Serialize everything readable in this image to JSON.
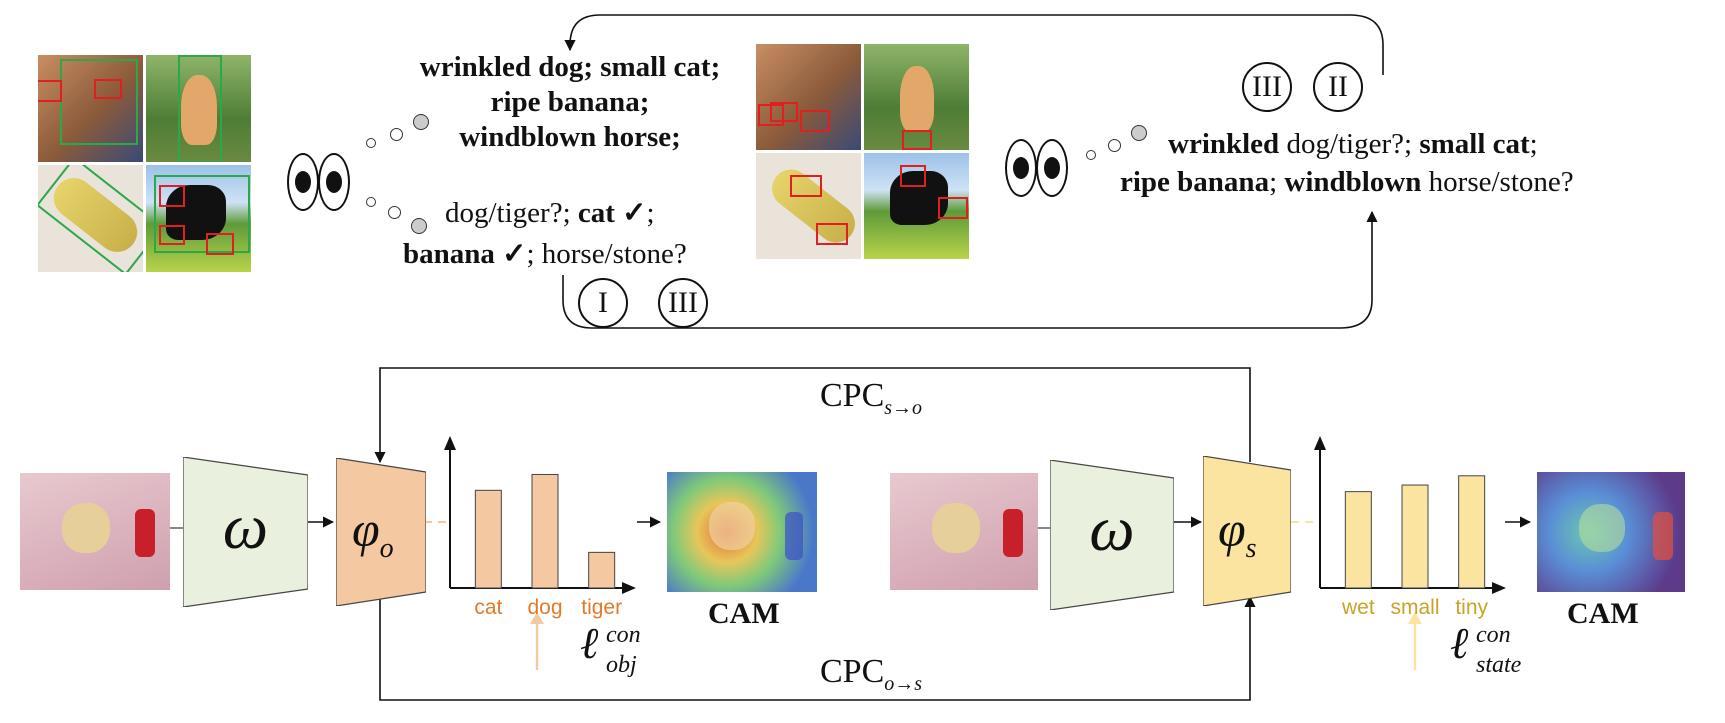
{
  "top": {
    "bubble_left_upper": {
      "line1": "wrinkled dog; small cat;",
      "line2": "ripe banana;",
      "line3": "windblown horse;"
    },
    "bubble_left_lower": {
      "l1_a": "dog/tiger?; ",
      "l1_b": "cat ✓",
      "l1_c": ";",
      "l2_a": "banana ✓",
      "l2_b": "; horse/stone?"
    },
    "bubble_right": {
      "w1": "wrinkled",
      "w2": " dog/tiger?; ",
      "w3": "small cat",
      "w4": ";",
      "w5": "ripe banana",
      "w6": "; ",
      "w7": "windblown",
      "w8": " horse/stone?"
    },
    "roman_markers": {
      "right_a": "III",
      "right_b": "II",
      "bottom_a": "I",
      "bottom_b": "III"
    }
  },
  "bottom": {
    "cpc_top": {
      "base": "CPC",
      "sub": "s→o"
    },
    "cpc_bottom": {
      "base": "CPC",
      "sub": "o→s"
    },
    "left": {
      "encoder_symbol": "ω",
      "head_symbol": "φ",
      "head_sub": "o",
      "cam_label": "CAM",
      "loss": {
        "base": "ℓ",
        "sup": "con",
        "sub": "obj"
      },
      "color": "#f4c8a0",
      "label_color": "#e07a2a"
    },
    "right": {
      "encoder_symbol": "ω",
      "head_symbol": "φ",
      "head_sub": "s",
      "cam_label": "CAM",
      "loss": {
        "base": "ℓ",
        "sup": "con",
        "sub": "state"
      },
      "color": "#fbe3a0",
      "label_color": "#c9a227"
    }
  },
  "chart_data": [
    {
      "type": "bar",
      "categories": [
        "cat",
        "dog",
        "tiger"
      ],
      "values": [
        0.74,
        0.86,
        0.27
      ],
      "ylim": [
        0,
        1
      ]
    },
    {
      "type": "bar",
      "categories": [
        "wet",
        "small",
        "tiny"
      ],
      "values": [
        0.73,
        0.78,
        0.85
      ],
      "ylim": [
        0,
        1
      ]
    }
  ]
}
